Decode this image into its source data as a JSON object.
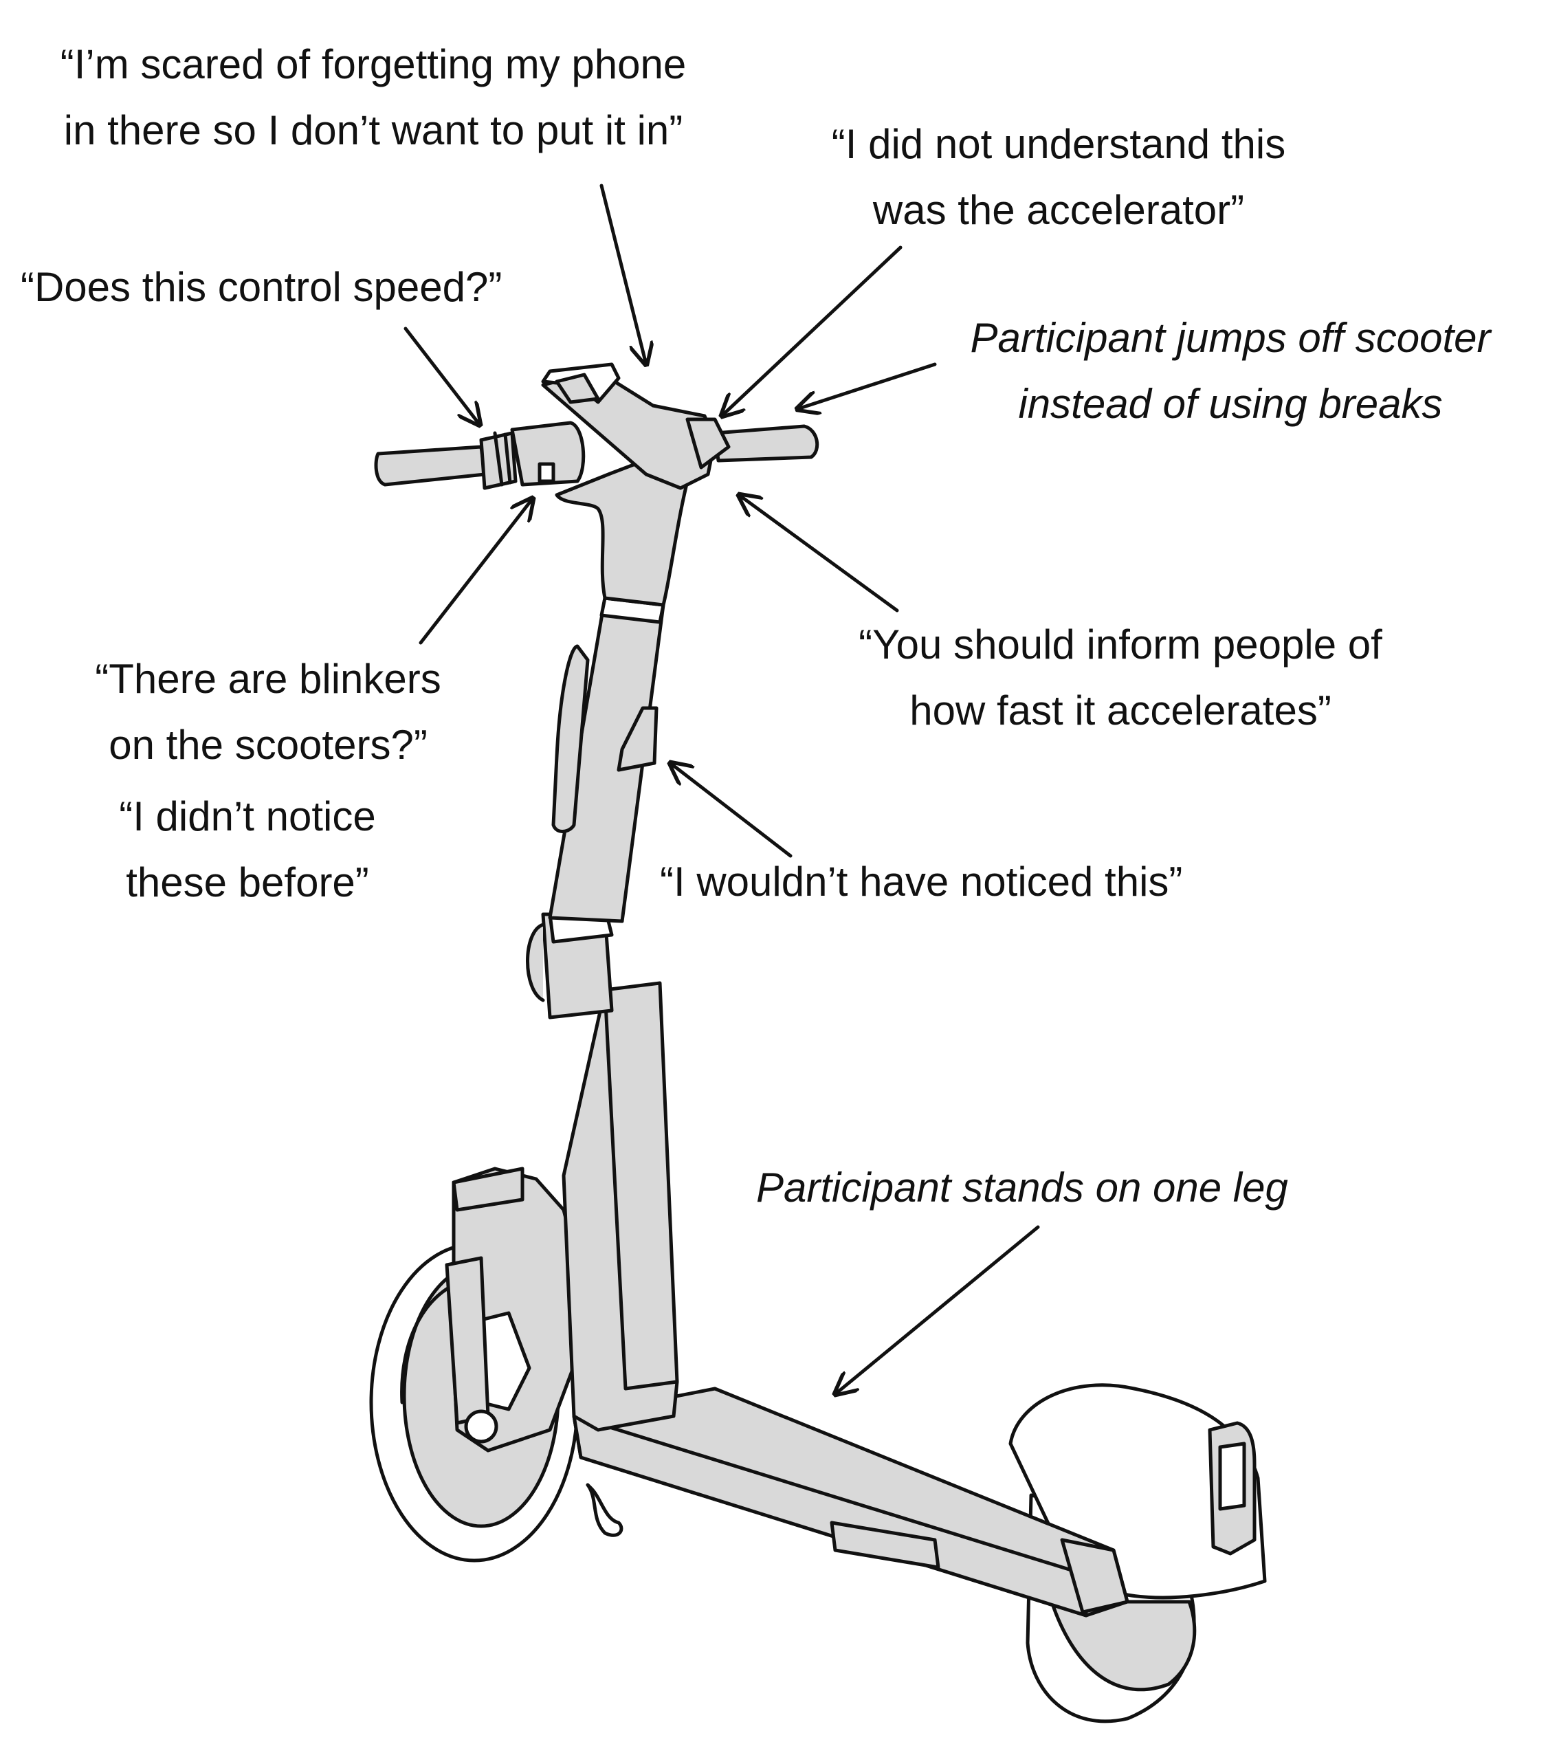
{
  "colors": {
    "fill": "#d9d9d9",
    "stroke": "#111111",
    "background": "#ffffff"
  },
  "annotations": {
    "phone": {
      "lines": [
        "“I’m scared of forgetting my phone",
        "in there so I don’t want to put it in”"
      ],
      "style": "quote"
    },
    "accelerator": {
      "lines": [
        "“I did not understand this",
        "was the accelerator”"
      ],
      "style": "quote"
    },
    "speed": {
      "lines": [
        "“Does this control speed?”"
      ],
      "style": "quote"
    },
    "brakes": {
      "lines": [
        "Participant jumps off scooter",
        "instead of using breaks"
      ],
      "style": "observation"
    },
    "inform": {
      "lines": [
        "“You should inform people of",
        "how fast it accelerates”"
      ],
      "style": "quote"
    },
    "blinkers": {
      "lines": [
        "“There are blinkers",
        "on the scooters?”"
      ],
      "style": "quote"
    },
    "notice_before": {
      "lines": [
        "“I didn’t notice",
        "these before”"
      ],
      "style": "quote"
    },
    "wouldnt_notice": {
      "lines": [
        "“I wouldn’t have noticed this”"
      ],
      "style": "quote"
    },
    "one_leg": {
      "lines": [
        "Participant stands on one leg"
      ],
      "style": "observation"
    }
  }
}
